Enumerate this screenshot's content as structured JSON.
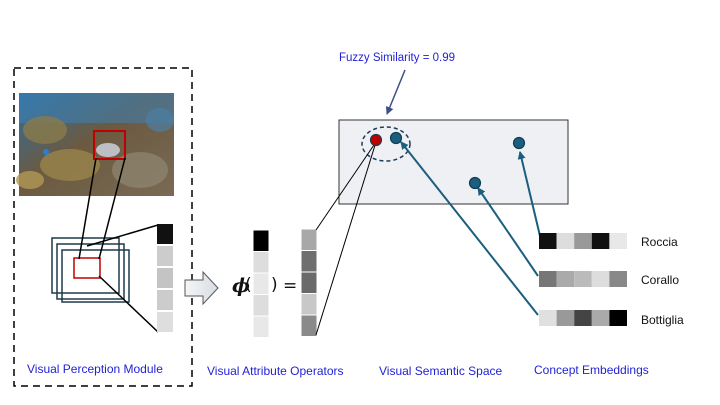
{
  "annotation": {
    "similarity_text": "Fuzzy Similarity = 0.99"
  },
  "labels": {
    "perception": "Visual Perception Module",
    "operators": "Visual Attribute Operators",
    "semantic_space": "Visual Semantic Space",
    "concept_embeddings": "Concept Embeddings"
  },
  "operator": {
    "phi": "ϕ",
    "open_paren": "(",
    "close_paren": ")",
    "equals": "="
  },
  "concepts": [
    {
      "name": "Roccia",
      "cells": [
        "#111111",
        "#dddddd",
        "#999999",
        "#111111",
        "#e8e8e8"
      ]
    },
    {
      "name": "Corallo",
      "cells": [
        "#777777",
        "#aaaaaa",
        "#bbbbbb",
        "#dddddd",
        "#888888"
      ]
    },
    {
      "name": "Bottiglia",
      "cells": [
        "#e0e0e0",
        "#999999",
        "#444444",
        "#aaaaaa",
        "#000000"
      ]
    }
  ],
  "feature_vector": [
    "#111111",
    "#cccccc",
    "#c4c4c4",
    "#cccccc",
    "#dedede"
  ],
  "input_vector": [
    "#000000",
    "#dddddd",
    "#e8e8e8",
    "#dddddd",
    "#e8e8e8"
  ],
  "output_vector": [
    "#a8a8a8",
    "#6f6f6f",
    "#6a6a6a",
    "#c8c8c8",
    "#8a8a8a"
  ],
  "colors": {
    "label_blue": "#1f1fd6",
    "teal": "#1b5e7e",
    "point_red": "#c00000",
    "space_fill": "#eef0f4",
    "frame_navy": "#1e3a4c"
  }
}
